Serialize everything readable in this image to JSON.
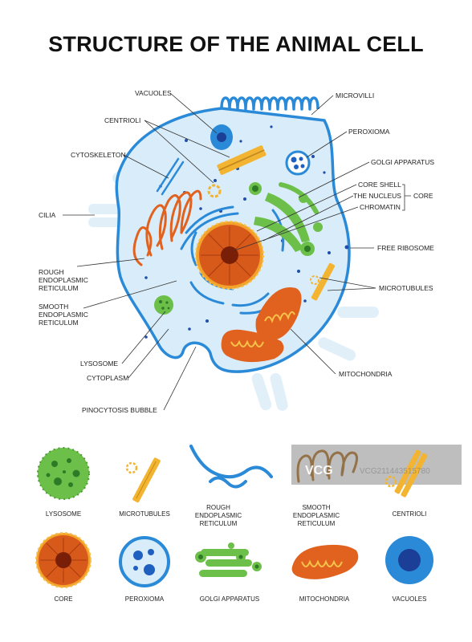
{
  "title": "STRUCTURE OF THE ANIMAL CELL",
  "labels": {
    "vacuoles": "VACUOLES",
    "centrioli": "CENTRIOLI",
    "cytoskeleton": "CYTOSKELETON",
    "cilia": "CILIA",
    "rough_er": [
      "ROUGH",
      "ENDOPLASMIC",
      "RETICULUM"
    ],
    "smooth_er": [
      "SMOOTH",
      "ENDOPLASMIC",
      "RETICULUM"
    ],
    "lysosome": "LYSOSOME",
    "cytoplasm": "CYTOPLASM",
    "pinocytosis": "PINOCYTOSIS BUBBLE",
    "microvilli": "MICROVILLI",
    "peroxioma": "PEROXIOMA",
    "golgi": "GOLGI APPARATUS",
    "core_shell": "CORE SHELL",
    "nucleus": "THE NUCLEUS",
    "chromatin": "CHROMATIN",
    "core": "CORE",
    "free_ribosome": "FREE RIBOSOME",
    "microtubules": "MICROTUBULES",
    "mitochondria": "MITOCHONDRIA"
  },
  "legend": {
    "row1": [
      "LYSOSOME",
      "MICROTUBULES",
      "ROUGH ENDOPLASMIC RETICULUM",
      "SMOOTH ENDOPLASMIC RETICULUM",
      "CENTRIOLI"
    ],
    "row2": [
      "CORE",
      "PEROXIOMA",
      "GOLGI APPARATUS",
      "MITOCHONDRIA",
      "VACUOLES"
    ]
  },
  "watermark": {
    "logo": "VCG",
    "id": "VCG211443515780"
  },
  "colors": {
    "cell_fill": "#d9ecf9",
    "cell_stroke": "#2a8ad8",
    "nucleus_orange": "#d85a1a",
    "golgi_green": "#6cc04a",
    "mito_orange": "#e0621e",
    "centriole_yellow": "#f2b431"
  }
}
